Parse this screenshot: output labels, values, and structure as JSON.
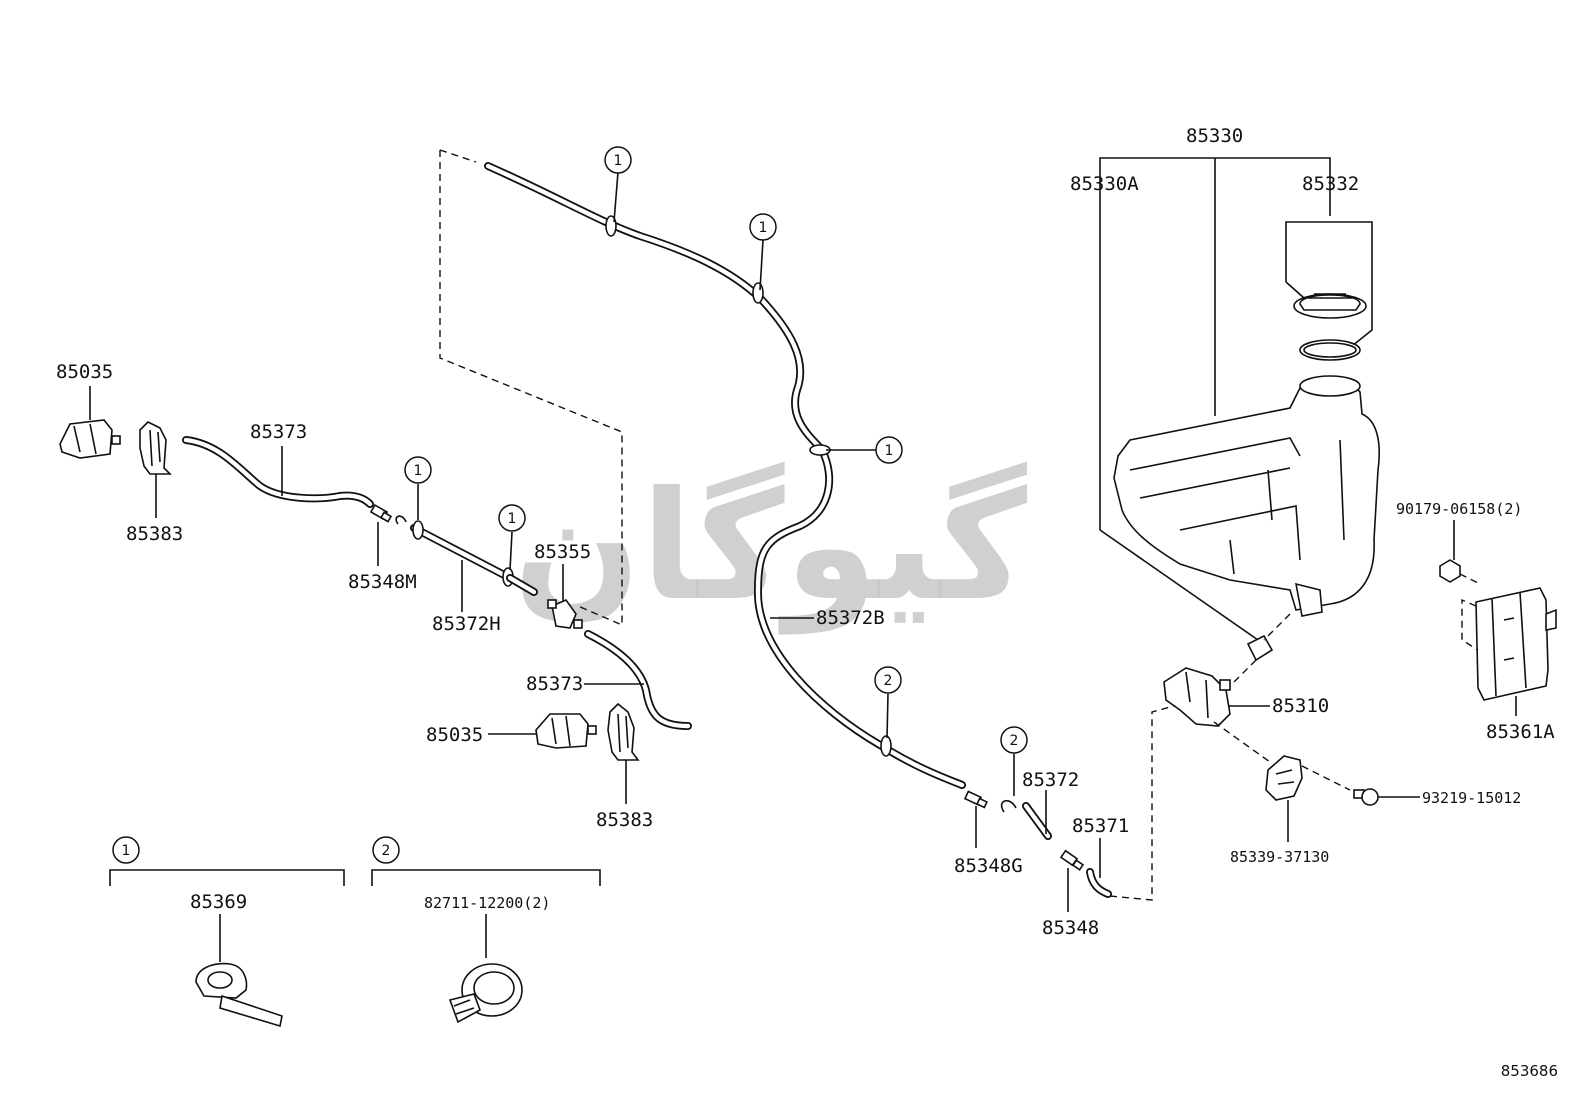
{
  "labels": {
    "p85330": "85330",
    "p85330A": "85330A",
    "p85332": "85332",
    "p85035_top": "85035",
    "p85373_top": "85373",
    "p85383_top": "85383",
    "p85348M": "85348M",
    "p85372H": "85372H",
    "p85355": "85355",
    "p85373_mid": "85373",
    "p85035_mid": "85035",
    "p85383_mid": "85383",
    "p85372B": "85372B",
    "p85372": "85372",
    "p85371": "85371",
    "p85348G": "85348G",
    "p85348": "85348",
    "p85310": "85310",
    "p85339": "85339-37130",
    "p93219": "93219-15012",
    "p90179": "90179-06158(2)",
    "p85361A": "85361A",
    "p85369": "85369",
    "p82711": "82711-12200(2)"
  },
  "callouts": {
    "one": "1",
    "two": "2"
  },
  "watermark": "گیوگان",
  "diagram_id": "853686",
  "colors": {
    "line": "#111111",
    "watermark": "#c8c8c8",
    "background": "#ffffff"
  }
}
